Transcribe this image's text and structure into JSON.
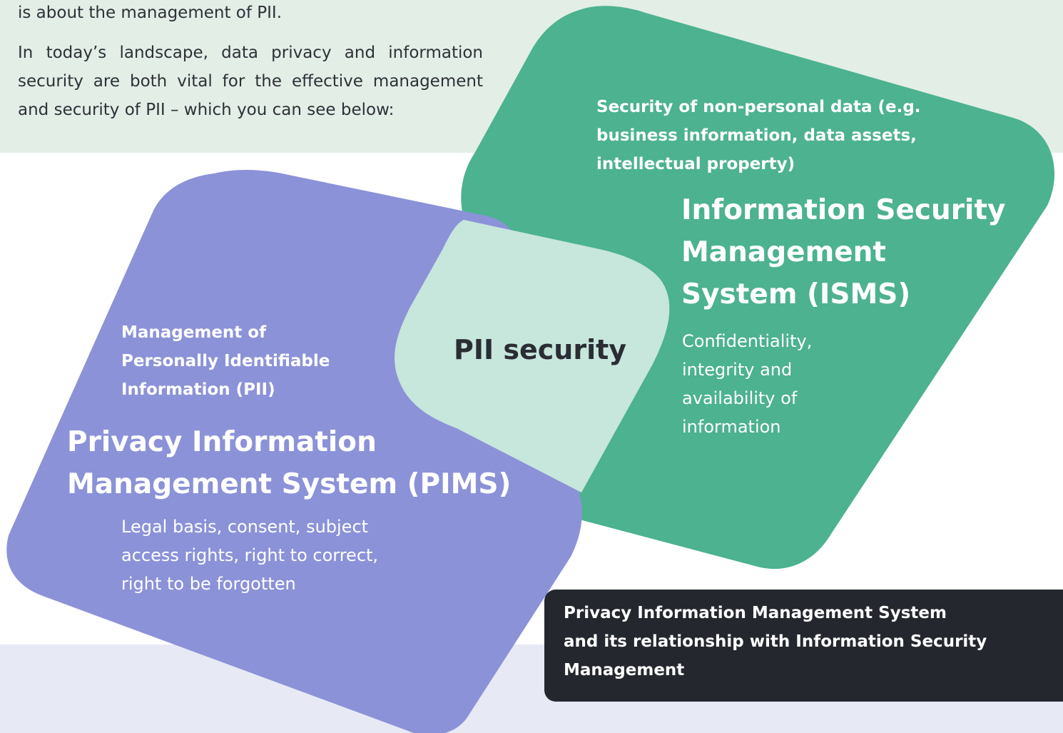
{
  "intro": {
    "line1": "is about the management of PII.",
    "paragraph2": "In today’s landscape, data privacy and information security are both vital for the effective management and security of PII – which you can see below:"
  },
  "isms": {
    "subtitle": "Security of non-personal data (e.g. business information, data assets, intellectual property)",
    "title_line1": "Information Security",
    "title_line2": "Management",
    "title_line3": "System (ISMS)",
    "desc_line1": "Confidentiality,",
    "desc_line2": "integrity and",
    "desc_line3": "availability of",
    "desc_line4": "information",
    "color": "#4cb28f"
  },
  "pims": {
    "subtitle_line1": "Management of",
    "subtitle_line2": "Personally Identifiable",
    "subtitle_line3": "Information (PII)",
    "title_line1": "Privacy Information",
    "title_line2": "Management System (PIMS)",
    "desc_line1": "Legal basis, consent, subject",
    "desc_line2": "access rights, right to correct,",
    "desc_line3": "right to be forgotten",
    "color": "#8b92d8"
  },
  "overlap": {
    "label": "PII security",
    "color": "#c7e6dc"
  },
  "caption": {
    "line1": "Privacy Information Management System",
    "line2": "and its relationship with Information Security",
    "line3": "Management"
  }
}
